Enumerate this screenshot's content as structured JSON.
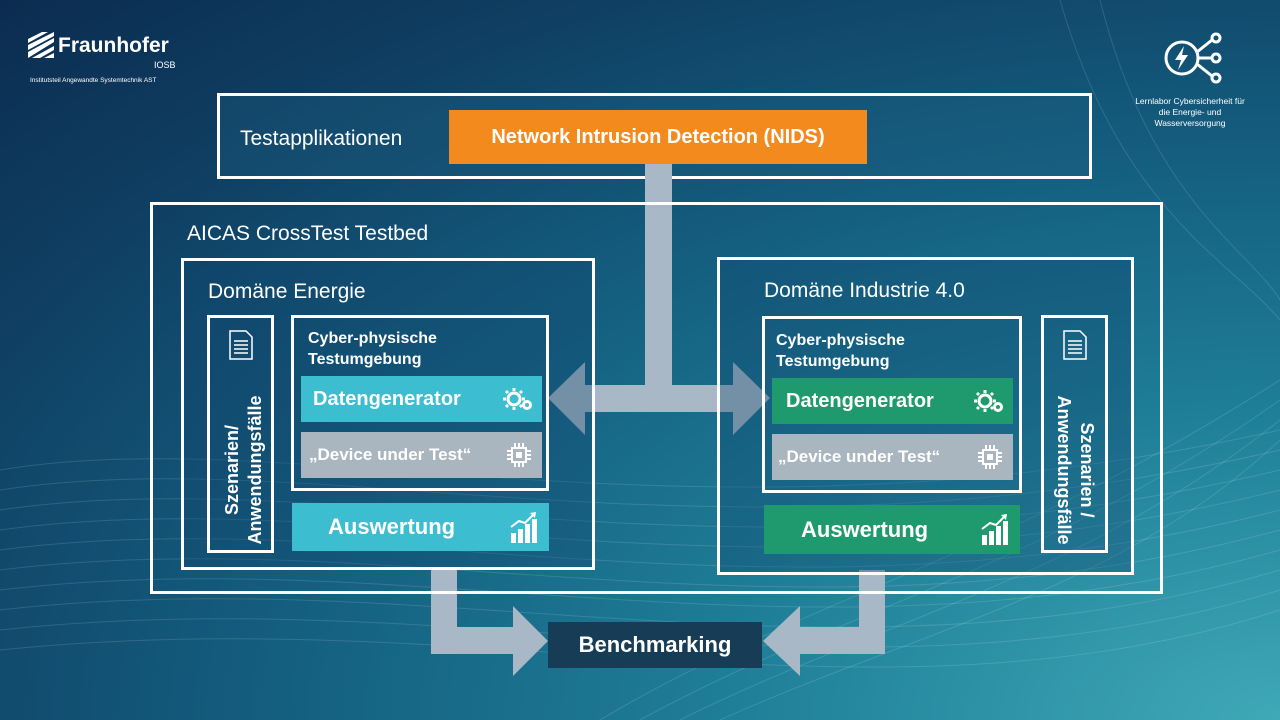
{
  "logo": {
    "brand": "Fraunhofer",
    "unit": "IOSB",
    "subtitle": "Institutsteil Angewandte Systemtechnik AST"
  },
  "lab": {
    "line1": "Lernlabor Cybersicherheit für",
    "line2": "die Energie- und",
    "line3": "Wasserversorgung",
    "icon": "connected-bolt-icon"
  },
  "top": {
    "label": "Testapplikationen",
    "nids": "Network Intrusion Detection (NIDS)"
  },
  "testbed": {
    "title": "AICAS CrossTest Testbed"
  },
  "left": {
    "title": "Domäne Energie",
    "cps_line1": "Cyber-physische",
    "cps_line2": "Testumgebung",
    "datengenerator": "Datengenerator",
    "dut": "„Device under Test“",
    "auswertung": "Auswertung",
    "szen_line1": "Szenarien/",
    "szen_line2": "Anwendungsfälle"
  },
  "right": {
    "title": "Domäne Industrie 4.0",
    "cps_line1": "Cyber-physische",
    "cps_line2": "Testumgebung",
    "datengenerator": "Datengenerator",
    "dut": "„Device under Test“",
    "auswertung": "Auswertung",
    "szen_line1": "Szenarien /",
    "szen_line2": "Anwendungsfälle"
  },
  "benchmarking": "Benchmarking",
  "colors": {
    "orange": "#f28a1e",
    "cyan": "#3dbdd0",
    "green": "#1e9a6e",
    "grey": "#a9b5bf",
    "dark": "#173c55",
    "arrow": "#a8b8c6"
  }
}
